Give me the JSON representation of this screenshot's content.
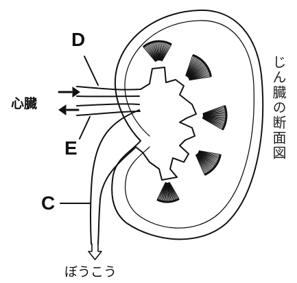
{
  "labels": {
    "heart": "心臓",
    "bladder": "ぼうこう",
    "D": "D",
    "E": "E",
    "C": "C"
  },
  "title_vertical": "じん臓の断面図",
  "colors": {
    "stroke": "#111111",
    "background": "#ffffff"
  }
}
